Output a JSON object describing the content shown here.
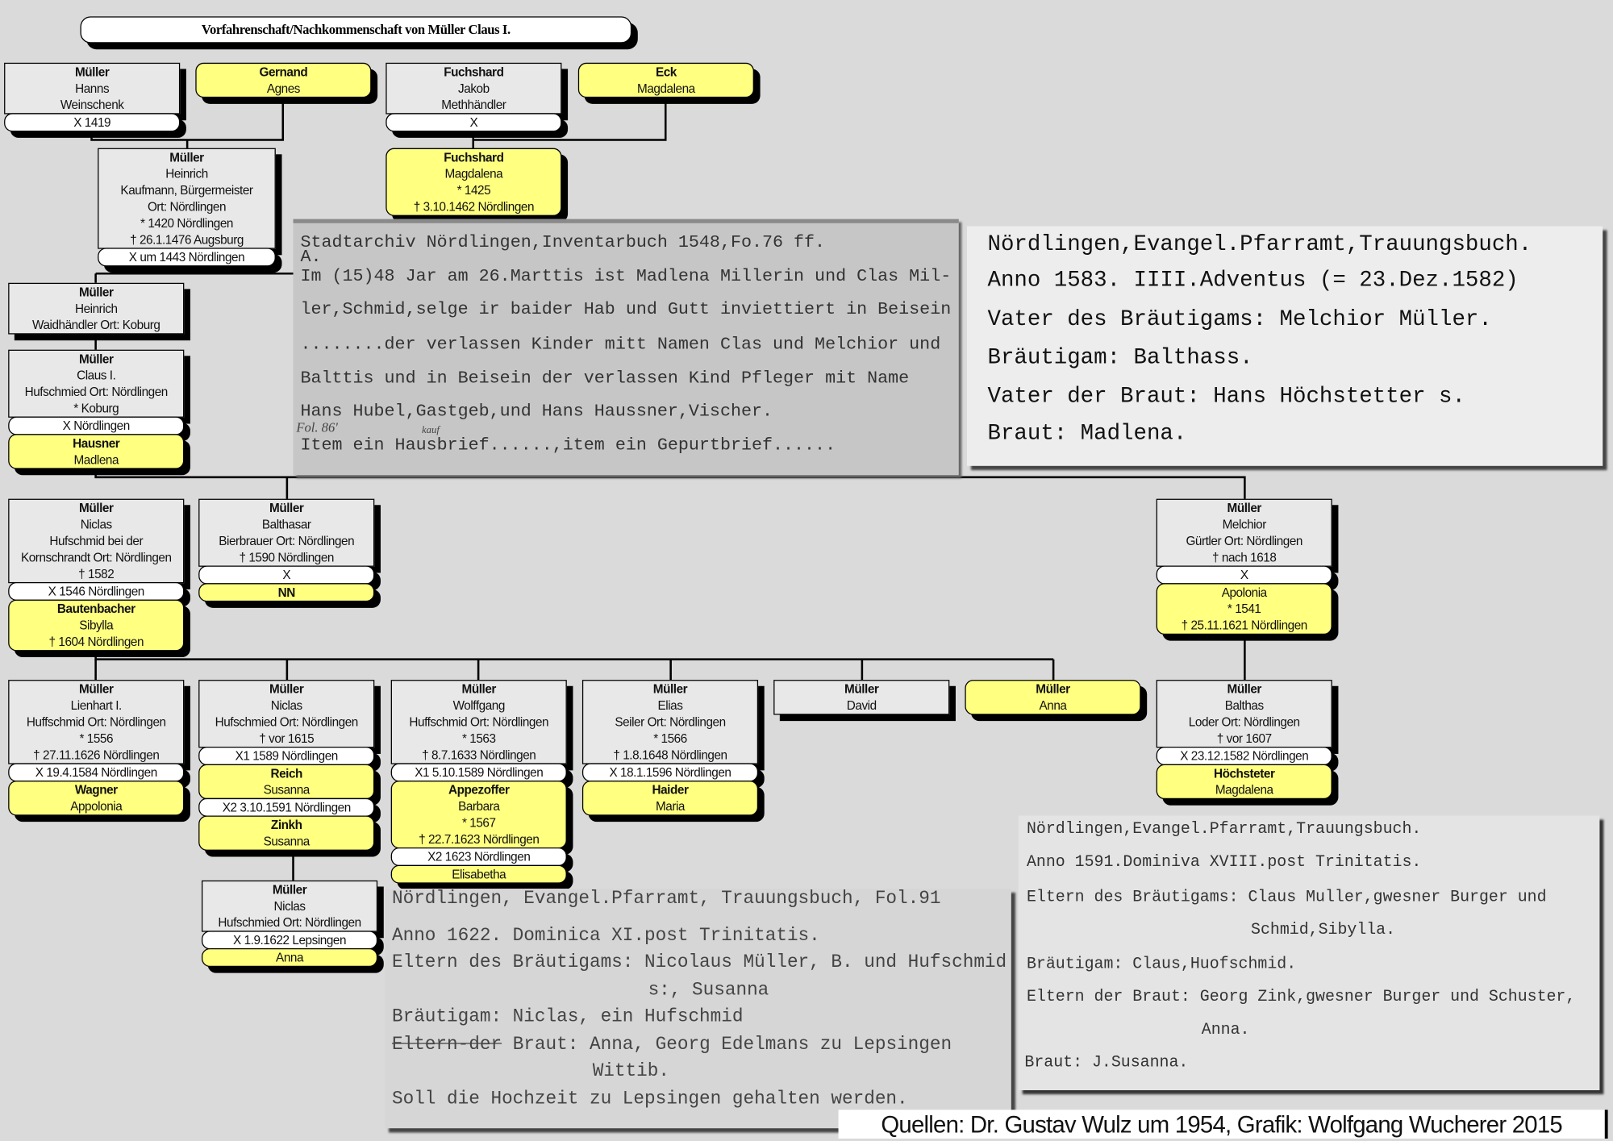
{
  "title": "Vorfahrenschaft/Nachkommenschaft von Müller Claus I.",
  "cards": {
    "hanns": [
      {
        "kind": "person",
        "surname": "Müller",
        "lines": [
          "Hanns",
          "Weinschenk"
        ]
      },
      {
        "kind": "marriage",
        "lines": [
          "X 1419"
        ]
      }
    ],
    "gernand": [
      {
        "kind": "spouse",
        "surname": "Gernand",
        "lines": [
          "Agnes"
        ]
      }
    ],
    "jakob": [
      {
        "kind": "person",
        "surname": "Fuchshard",
        "lines": [
          "Jakob",
          "Methhändler"
        ]
      },
      {
        "kind": "marriage",
        "lines": [
          "X"
        ]
      }
    ],
    "eck": [
      {
        "kind": "spouse",
        "surname": "Eck",
        "lines": [
          "Magdalena"
        ]
      }
    ],
    "heinrich1": [
      {
        "kind": "person",
        "surname": "Müller",
        "lines": [
          "Heinrich",
          "Kaufmann, Bürgermeister",
          "Ort: Nördlingen",
          "* 1420 Nördlingen",
          "† 26.1.1476 Augsburg"
        ]
      },
      {
        "kind": "marriage",
        "lines": [
          "X um 1443 Nördlingen"
        ]
      }
    ],
    "magdalena": [
      {
        "kind": "spouse",
        "surname": "Fuchshard",
        "lines": [
          "Magdalena",
          "* 1425",
          "† 3.10.1462 Nördlingen"
        ]
      }
    ],
    "heinrich2": [
      {
        "kind": "person",
        "surname": "Müller",
        "lines": [
          "Heinrich",
          "Waidhändler Ort: Koburg"
        ]
      }
    ],
    "claus": [
      {
        "kind": "person",
        "surname": "Müller",
        "lines": [
          "Claus I.",
          "Hufschmied Ort: Nördlingen",
          "*  Koburg"
        ]
      },
      {
        "kind": "marriage",
        "lines": [
          "X  Nördlingen"
        ]
      },
      {
        "kind": "spouse",
        "surname": "Hausner",
        "lines": [
          "Madlena"
        ]
      }
    ],
    "niclas1": [
      {
        "kind": "person",
        "surname": "Müller",
        "lines": [
          "Niclas",
          "Hufschmid bei der",
          "Kornschrandt Ort: Nördlingen",
          "† 1582"
        ]
      },
      {
        "kind": "marriage",
        "lines": [
          "X 1546 Nördlingen"
        ]
      },
      {
        "kind": "spouse",
        "surname": "Bautenbacher",
        "lines": [
          "Sibylla",
          "† 1604 Nördlingen"
        ]
      }
    ],
    "balthasar": [
      {
        "kind": "person",
        "surname": "Müller",
        "lines": [
          "Balthasar",
          "Bierbrauer Ort: Nördlingen",
          "† 1590 Nördlingen"
        ]
      },
      {
        "kind": "marriage",
        "lines": [
          "X"
        ]
      },
      {
        "kind": "spouse",
        "surname": "NN",
        "lines": []
      }
    ],
    "melchior": [
      {
        "kind": "person",
        "surname": "Müller",
        "lines": [
          "Melchior",
          "Gürtler Ort: Nördlingen",
          "† nach 1618"
        ]
      },
      {
        "kind": "marriage",
        "lines": [
          "X"
        ]
      },
      {
        "kind": "spouse",
        "lines": [
          "Apolonia",
          "* 1541",
          "† 25.11.1621 Nördlingen"
        ]
      }
    ],
    "lienhart": [
      {
        "kind": "person",
        "surname": "Müller",
        "lines": [
          "Lienhart I.",
          "Huffschmid Ort: Nördlingen",
          "* 1556",
          "† 27.11.1626 Nördlingen"
        ]
      },
      {
        "kind": "marriage",
        "lines": [
          "X 19.4.1584 Nördlingen"
        ]
      },
      {
        "kind": "spouse",
        "surname": "Wagner",
        "lines": [
          "Appolonia"
        ]
      }
    ],
    "niclas2": [
      {
        "kind": "person",
        "surname": "Müller",
        "lines": [
          "Niclas",
          "Hufschmied Ort: Nördlingen",
          "† vor 1615"
        ]
      },
      {
        "kind": "marriage",
        "lines": [
          "X1 1589 Nördlingen"
        ]
      },
      {
        "kind": "spouse",
        "surname": "Reich",
        "lines": [
          "Susanna"
        ]
      },
      {
        "kind": "marriage",
        "lines": [
          "X2 3.10.1591 Nördlingen"
        ]
      },
      {
        "kind": "spouse",
        "surname": "Zinkh",
        "lines": [
          "Susanna"
        ]
      }
    ],
    "wolffgang": [
      {
        "kind": "person",
        "surname": "Müller",
        "lines": [
          "Wolffgang",
          "Huffschmid Ort: Nördlingen",
          "* 1563",
          "† 8.7.1633 Nördlingen"
        ]
      },
      {
        "kind": "marriage",
        "lines": [
          "X1 5.10.1589 Nördlingen"
        ]
      },
      {
        "kind": "spouse",
        "surname": "Appezoffer",
        "lines": [
          "Barbara",
          "* 1567",
          "† 22.7.1623 Nördlingen"
        ]
      },
      {
        "kind": "marriage",
        "lines": [
          "X2 1623 Nördlingen"
        ]
      },
      {
        "kind": "spouse",
        "lines": [
          "Elisabetha"
        ]
      }
    ],
    "elias": [
      {
        "kind": "person",
        "surname": "Müller",
        "lines": [
          "Elias",
          "Seiler Ort: Nördlingen",
          "* 1566",
          "† 1.8.1648 Nördlingen"
        ]
      },
      {
        "kind": "marriage",
        "lines": [
          "X 18.1.1596 Nördlingen"
        ]
      },
      {
        "kind": "spouse",
        "surname": "Haider",
        "lines": [
          "Maria"
        ]
      }
    ],
    "david": [
      {
        "kind": "person",
        "surname": "Müller",
        "lines": [
          "David"
        ]
      }
    ],
    "anna": [
      {
        "kind": "spouse",
        "surname": "Müller",
        "lines": [
          "Anna"
        ]
      }
    ],
    "balthas": [
      {
        "kind": "person",
        "surname": "Müller",
        "lines": [
          "Balthas",
          "Loder Ort: Nördlingen",
          "† vor 1607"
        ]
      },
      {
        "kind": "marriage",
        "lines": [
          "X 23.12.1582 Nördlingen"
        ]
      },
      {
        "kind": "spouse",
        "surname": "Höchsteter",
        "lines": [
          "Magdalena"
        ]
      }
    ],
    "niclas3": [
      {
        "kind": "person",
        "surname": "Müller",
        "lines": [
          "Niclas",
          "Hufschmied Ort: Nördlingen"
        ]
      },
      {
        "kind": "marriage",
        "lines": [
          "X 1.9.1622 Lepsingen"
        ]
      },
      {
        "kind": "spouse",
        "lines": [
          "Anna"
        ]
      }
    ]
  },
  "documents": {
    "doc1": {
      "lines": [
        "Stadtarchiv Nördlingen,Inventarbuch 1548,Fo.76 ff.",
        "A.",
        "Im (15)48 Jar am 26.Marttis ist Madlena Millerin und Clas Mil-",
        "ler,Schmid,selge ir baider Hab und Gutt inviettiert in Beisein",
        "........der verlassen Kinder mitt Namen Clas und Melchior und",
        "Balttis und in Beisein der verlassen Kind Pfleger mit Name",
        "Hans Hubel,Gastgeb,und Hans Haussner,Vischer.",
        "Item ein Hausbrief......,item ein Gepurtbrief......"
      ],
      "annotations": [
        "Fol. 86'",
        "kauf"
      ]
    },
    "doc2": {
      "lines": [
        "Nördlingen,Evangel.Pfarramt,Trauungsbuch.",
        "Anno 1583. IIII.Adventus (= 23.Dez.1582)",
        "Vater des Bräutigams: Melchior Müller.",
        "Bräutigam: Balthass.",
        "Vater der Braut: Hans Höchstetter s.",
        "Braut: Madlena."
      ]
    },
    "doc3": {
      "lines": [
        "Nördlingen, Evangel.Pfarramt, Trauungsbuch, Fol.91",
        "Anno 1622. Dominica XI.post Trinitatis.",
        "Eltern des Bräutigams: Nicolaus Müller, B. und Hufschmid",
        "s:, Susanna",
        "Bräutigam: Niclas, ein Hufschmid",
        " Braut: Anna, Georg Edelmans zu Lepsingen",
        "Wittib.",
        "Soll die Hochzeit zu Lepsingen gehalten werden."
      ],
      "struck_text": "Eltern-der"
    },
    "doc4": {
      "lines": [
        "Nördlingen,Evangel.Pfarramt,Trauungsbuch.",
        "Anno 1591.Dominiva XVIII.post Trinitatis.",
        "Eltern des Bräutigams: Claus Muller,gwesner Burger und",
        "Schmid,Sibylla.",
        "Bräutigam: Claus,Huofschmid.",
        "Eltern der Braut: Georg Zink,gwesner Burger und Schuster,",
        "Anna.",
        "Braut: J.Susanna."
      ]
    }
  },
  "footer": "Quellen: Dr. Gustav  Wulz um 1954, Grafik: Wolfgang Wucherer 2015",
  "colors": {
    "background": "#dadada",
    "person": "#e8e8e8",
    "spouse": "#ffff80",
    "marriage": "#ffffff"
  }
}
